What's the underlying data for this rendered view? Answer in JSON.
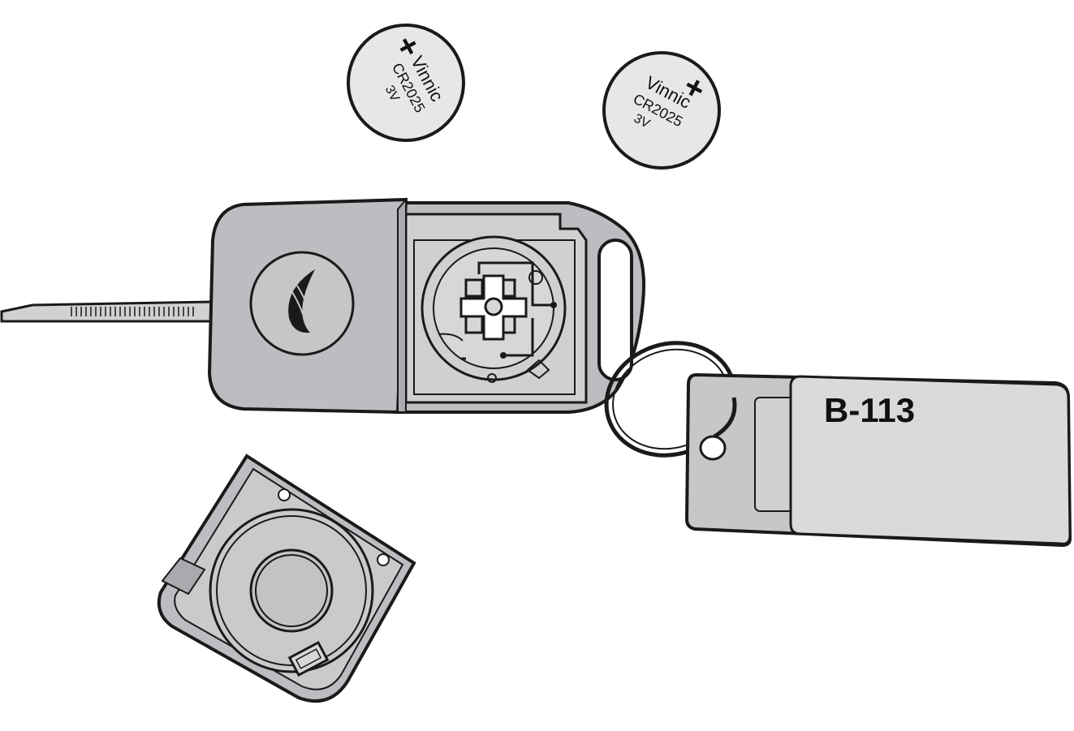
{
  "batteries": [
    {
      "symbol": "+",
      "brand": "Vinnic",
      "model": "CR2025",
      "voltage": "3V"
    },
    {
      "symbol": "+",
      "brand": "Vinnic",
      "model": "CR2025",
      "voltage": "3V"
    }
  ],
  "key_tag": {
    "label": "B-113"
  },
  "colors": {
    "outline": "#1a1a1a",
    "fob_body": "#bcbdc0",
    "fob_inner": "#cfd0d2",
    "battery_face": "#e6e7e8",
    "tag_back": "#c6c7c9",
    "tag_front": "#d9dadb"
  },
  "icons": [
    "car-key-fob-icon",
    "coin-battery-icon",
    "key-ring-icon",
    "key-tag-icon",
    "battery-cover-icon",
    "brand-logo-icon"
  ]
}
